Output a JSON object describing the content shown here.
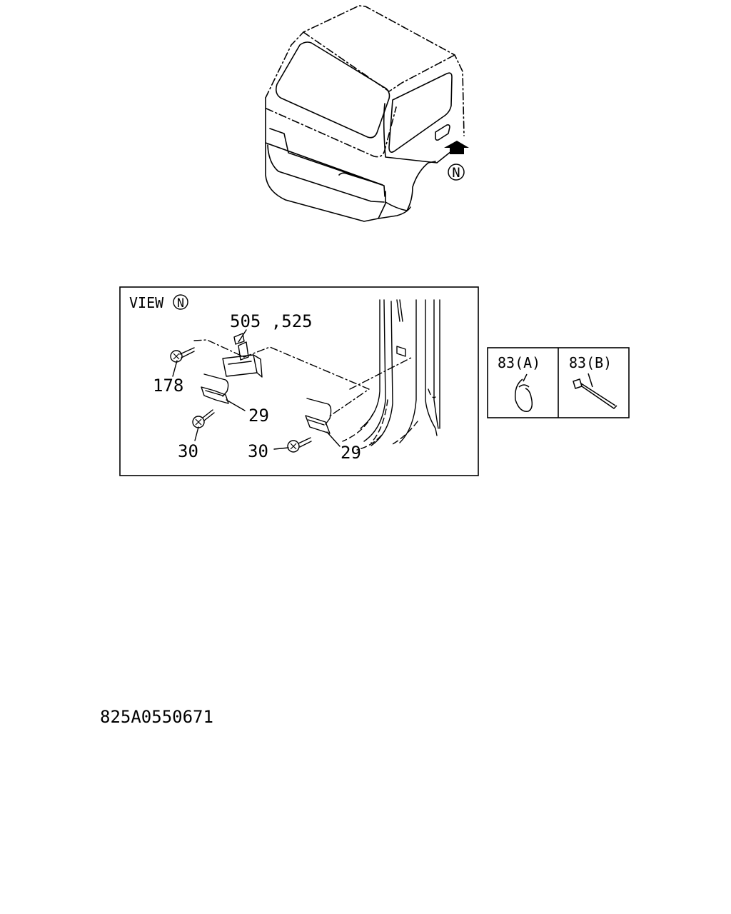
{
  "cab_view": {
    "view_marker": "N"
  },
  "detail_view": {
    "heading": "VIEW",
    "heading_marker": "N",
    "callouts": {
      "c505_525": "505 ,525",
      "c178": "178",
      "c29_left": "29",
      "c29_right": "29",
      "c30_left": "30",
      "c30_right": "30"
    }
  },
  "inset_parts": {
    "a": "83(A)",
    "b": "83(B)"
  },
  "drawing_number": "825A0550671"
}
